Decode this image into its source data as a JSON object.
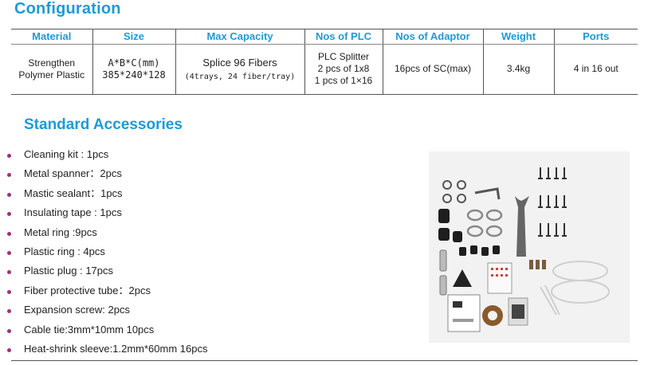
{
  "configuration": {
    "title": "Configuration",
    "headers": [
      "Material",
      "Size",
      "Max Capacity",
      "Nos of PLC",
      "Nos of Adaptor",
      "Weight",
      "Ports"
    ],
    "row": {
      "material": [
        "Strengthen",
        "Polymer Plastic"
      ],
      "size": [
        "A*B*C(mm)",
        "385*240*128"
      ],
      "capacity": [
        "Splice 96 Fibers",
        "(4trays, 24 fiber/tray)"
      ],
      "plc": [
        "PLC Splitter",
        "2 pcs of 1x8",
        "1 pcs of 1×16"
      ],
      "adaptor": "16pcs of SC(max)",
      "weight": "3.4kg",
      "ports": "4 in 16 out"
    }
  },
  "accessories": {
    "title": "Standard Accessories",
    "items": [
      "Cleaning kit : 1pcs",
      "Metal spanner：2pcs",
      "Mastic sealant：1pcs",
      "Insulating tape : 1pcs",
      "Metal ring :9pcs",
      "Plastic ring : 4pcs",
      "Plastic plug : 17pcs",
      "Fiber protective tube：2pcs",
      "Expansion screw: 2pcs",
      "Cable tie:3mm*10mm  10pcs",
      "Heat-shrink sleeve:1.2mm*60mm  16pcs"
    ]
  },
  "colors": {
    "accent": "#1e9ad6",
    "bullet": "#a0307a"
  }
}
